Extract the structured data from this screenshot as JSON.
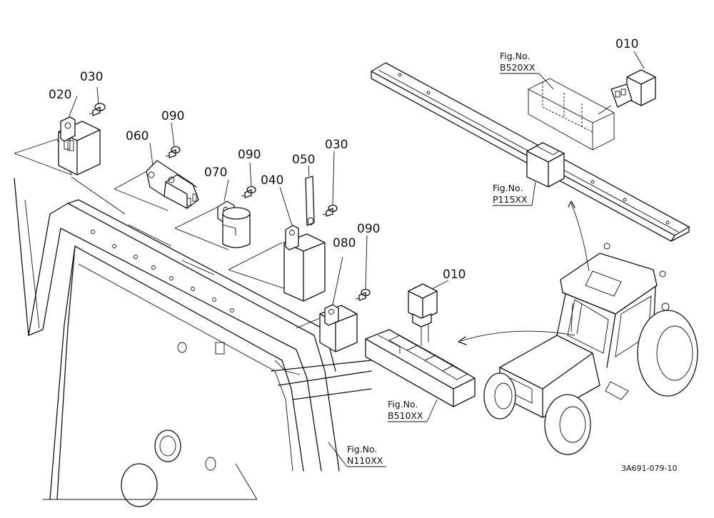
{
  "callouts": {
    "c010a": "010",
    "c010b": "010",
    "c020": "020",
    "c030a": "030",
    "c030b": "030",
    "c040": "040",
    "c050": "050",
    "c060": "060",
    "c070": "070",
    "c080": "080",
    "c090a": "090",
    "c090b": "090",
    "c090c": "090"
  },
  "figure_refs": {
    "b520": {
      "label": "Fig.No.",
      "code": "B520XX"
    },
    "p115": {
      "label": "Fig.No.",
      "code": "P115XX"
    },
    "b510": {
      "label": "Fig.No.",
      "code": "B510XX"
    },
    "n110": {
      "label": "Fig.No.",
      "code": "N110XX"
    }
  },
  "drawing_code": "3A691-079-10"
}
